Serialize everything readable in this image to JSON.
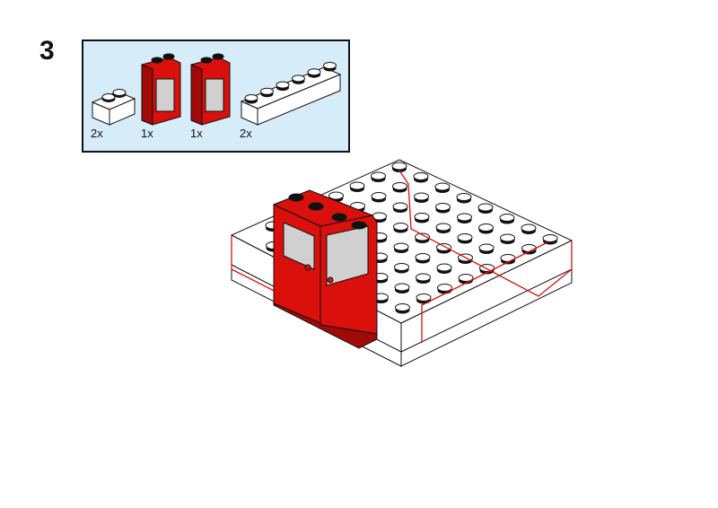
{
  "step_number": "3",
  "parts_list": [
    {
      "part": "white-brick-1x2",
      "quantity": "2x"
    },
    {
      "part": "red-door-frame-left",
      "quantity": "1x"
    },
    {
      "part": "red-door-frame-right",
      "quantity": "1x"
    },
    {
      "part": "white-brick-1x6",
      "quantity": "2x"
    }
  ],
  "colors": {
    "callout_bg": "#d6ecf9",
    "door_red": "#d9100b",
    "highlight_outline": "#d9100b",
    "brick_white": "#ffffff"
  }
}
